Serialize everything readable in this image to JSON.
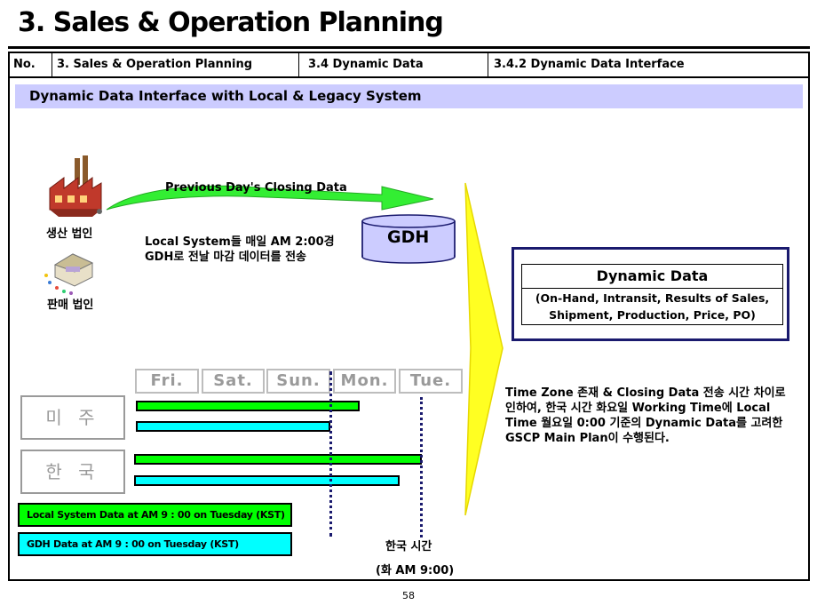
{
  "page": {
    "title": "3. Sales & Operation Planning",
    "page_number": "58"
  },
  "header": {
    "no": "No.",
    "section": "3. Sales & Operation Planning",
    "subsection": "3.4 Dynamic Data",
    "item": "3.4.2 Dynamic Data Interface"
  },
  "subheader": "Dynamic Data Interface with Local & Legacy System",
  "entities": {
    "production": "생산 법인",
    "sales": "판매 법인"
  },
  "arrow_label": "Previous Day's Closing Data",
  "local_note": {
    "line1": "Local System들 매일 AM 2:00경",
    "line2": "GDH로 전날 마감 데이터를 전송"
  },
  "gdh_label": "GDH",
  "dynamic_data": {
    "title": "Dynamic Data",
    "line1": "(On-Hand, Intransit, Results of Sales,",
    "line2": "Shipment, Production, Price, PO)"
  },
  "timezone_note": {
    "line1": "Time Zone 존재 & Closing Data 전송 시간 차이로",
    "line2": "인하여, 한국 시간 화요일 Working Time에 Local",
    "line3": "Time 월요일 0:00 기준의 Dynamic Data를 고려한",
    "line4": "GSCP Main Plan이 수행된다."
  },
  "days": [
    "Fri.",
    "Sat.",
    "Sun.",
    "Mon.",
    "Tue."
  ],
  "regions": {
    "us": "미 주",
    "korea": "한 국"
  },
  "legend": {
    "local": "Local System Data at AM 9 : 00 on Tuesday (KST)",
    "gdh": "GDH Data at AM 9 : 00 on Tuesday (KST)"
  },
  "korea_time": {
    "line1": "한국 시간",
    "line2": "(화 AM 9:00)"
  },
  "colors": {
    "local_bar": "#00ff00",
    "gdh_bar": "#00ffff",
    "subheader_bg": "#ccccff",
    "dynamic_border": "#1a1a6e",
    "big_arrow": "#ffff00"
  }
}
